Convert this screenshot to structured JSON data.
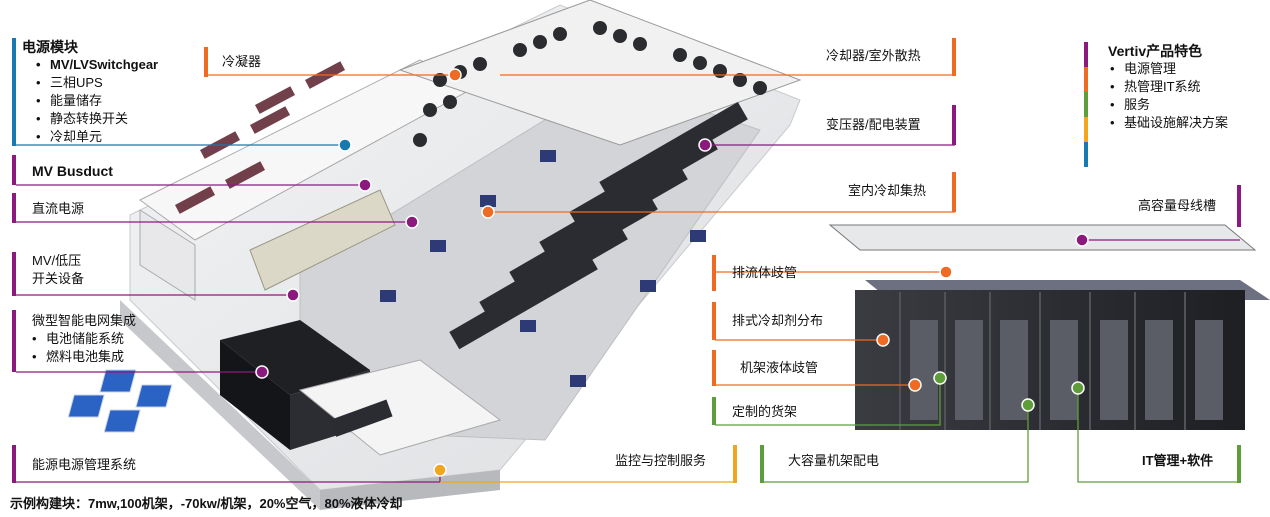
{
  "colors": {
    "orange": "#ef6a22",
    "purple": "#8b1a7e",
    "blue": "#1878b0",
    "green": "#5e9e3a",
    "yellow": "#f2a51e",
    "dark": "#2a2c31",
    "floor": "#e9eaec"
  },
  "left_labels": {
    "power_module": {
      "title": "电源模块",
      "items": [
        "MV/LVSwitchgear",
        "三相UPS",
        "能量储存",
        "静态转换开关",
        "冷却单元"
      ]
    },
    "mv_busduct": "MV Busduct",
    "dc_power": "直流电源",
    "mv_lv": {
      "line1": "MV/低压",
      "line2": "开关设备"
    },
    "microgrid": {
      "title": "微型智能电网集成",
      "items": [
        "电池储能系统",
        "燃料电池集成"
      ]
    },
    "energy_mgmt": "能源电源管理系统"
  },
  "top_labels": {
    "condenser": "冷凝器",
    "chiller": "冷却器/室外散热",
    "transformer": "变压器/配电装置",
    "indoor_cooling": "室内冷却集热"
  },
  "right_labels": {
    "busway": "高容量母线槽",
    "exhaust_manifold": "排流体歧管",
    "cdu": "排式冷却剂分布",
    "rack_manifold": "机架液体歧管",
    "custom_rack": "定制的货架",
    "monitoring": "监控与控制服务",
    "rack_pdu": "大容量机架配电",
    "it_mgmt": "IT管理+软件"
  },
  "legend": {
    "title": "Vertiv产品特色",
    "items": [
      "电源管理",
      "热管理IT系统",
      "服务",
      "基础设施解决方案"
    ]
  },
  "footer": "示例构建块：7mw,100机架，-70kw/机架，20%空气，80%液体冷却"
}
